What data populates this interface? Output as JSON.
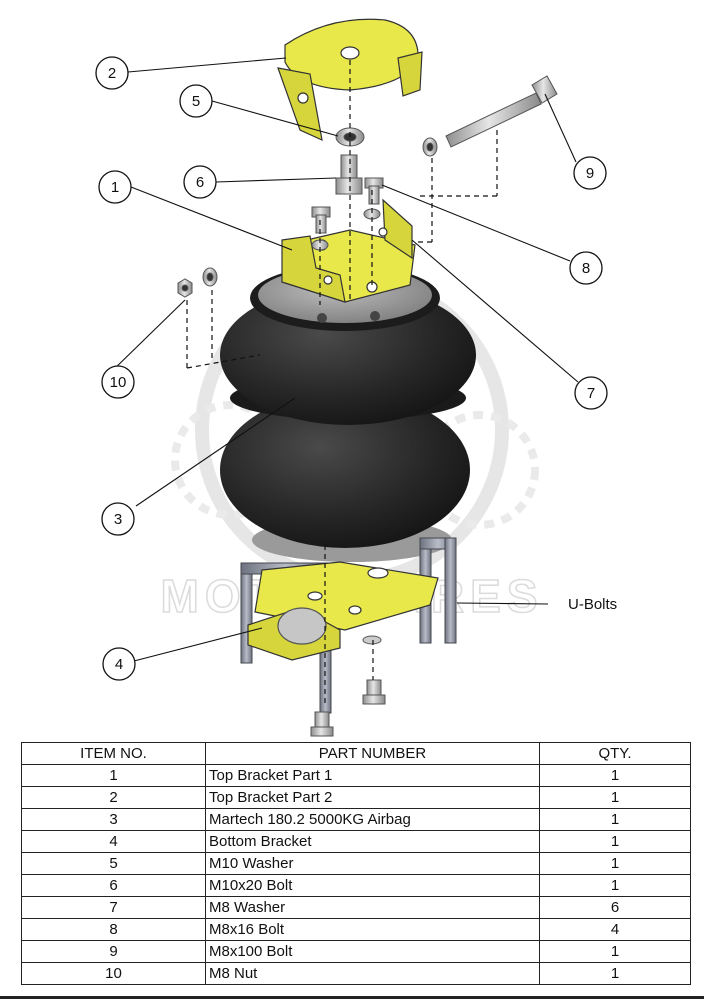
{
  "watermark": {
    "text": "MOTOSPARES"
  },
  "callouts": [
    {
      "id": "1",
      "label": "1"
    },
    {
      "id": "2",
      "label": "2"
    },
    {
      "id": "3",
      "label": "3"
    },
    {
      "id": "4",
      "label": "4"
    },
    {
      "id": "5",
      "label": "5"
    },
    {
      "id": "6",
      "label": "6"
    },
    {
      "id": "7",
      "label": "7"
    },
    {
      "id": "8",
      "label": "8"
    },
    {
      "id": "9",
      "label": "9"
    },
    {
      "id": "10",
      "label": "10"
    }
  ],
  "ubolts_label": "U-Bolts",
  "bom": {
    "headers": [
      "ITEM NO.",
      "PART NUMBER",
      "QTY."
    ],
    "rows": [
      {
        "item": "1",
        "part": "Top Bracket Part 1",
        "qty": "1"
      },
      {
        "item": "2",
        "part": "Top Bracket Part 2",
        "qty": "1"
      },
      {
        "item": "3",
        "part": "Martech 180.2 5000KG Airbag",
        "qty": "1"
      },
      {
        "item": "4",
        "part": "Bottom Bracket",
        "qty": "1"
      },
      {
        "item": "5",
        "part": "M10 Washer",
        "qty": "1"
      },
      {
        "item": "6",
        "part": "M10x20 Bolt",
        "qty": "1"
      },
      {
        "item": "7",
        "part": "M8 Washer",
        "qty": "6"
      },
      {
        "item": "8",
        "part": "M8x16 Bolt",
        "qty": "4"
      },
      {
        "item": "9",
        "part": "M8x100 Bolt",
        "qty": "1"
      },
      {
        "item": "10",
        "part": "M8 Nut",
        "qty": "1"
      }
    ]
  },
  "colors": {
    "bracket": "#e8e84a",
    "airbag": "#2a2a2a",
    "metal": "#b5b5b5",
    "ubolt": "#8a8e99"
  }
}
